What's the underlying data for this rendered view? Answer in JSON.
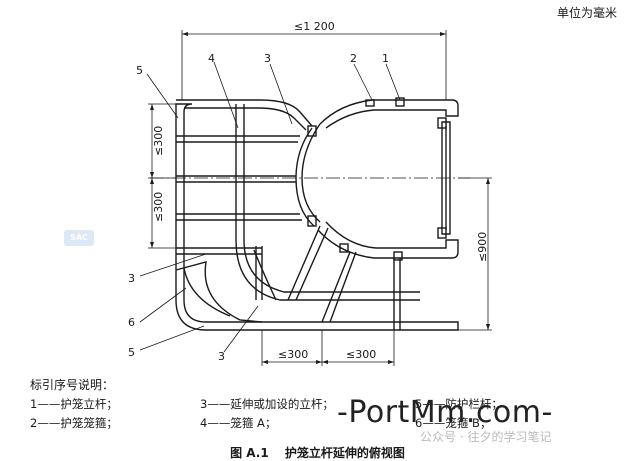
{
  "unit_label": "单位为毫米",
  "dimensions": {
    "top_width": "≤1 200",
    "left_upper": "≤300",
    "left_lower": "≤300",
    "right_height": "≤900",
    "bottom_left": "≤300",
    "bottom_right": "≤300"
  },
  "callouts": {
    "c1": "1",
    "c2": "2",
    "c3_top": "3",
    "c4": "4",
    "c5_top": "5",
    "c3_left": "3",
    "c6": "6",
    "c5_bottom": "5",
    "c3_bottom": "3"
  },
  "legend": {
    "title": "标引序号说明：",
    "items": [
      "1——护笼立杆；",
      "2——护笼笼箍；",
      "3——延伸或加设的立杆；",
      "4——笼箍 A；",
      "5——防护栏杆；",
      "6——笼箍 B；"
    ]
  },
  "caption": {
    "number": "图 A.1",
    "title": "护笼立杆延伸的俯视图"
  },
  "watermark": {
    "main": "-PortMm.com-",
    "sub": "公众号 · 往夕的学习笔记"
  },
  "logo_text": "SAC"
}
